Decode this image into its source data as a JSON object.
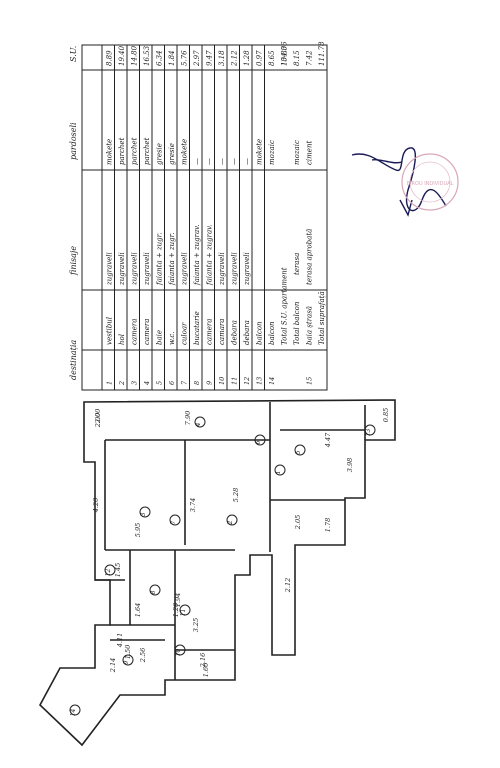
{
  "table": {
    "headers": [
      "destinația",
      "finisaje",
      "pardoseli",
      "S.U."
    ],
    "rows": [
      {
        "nr": "1",
        "dest": "vestibul",
        "fin": "zugraveli",
        "pard": "mokete",
        "su": "8.89"
      },
      {
        "nr": "2",
        "dest": "hol",
        "fin": "zugraveli",
        "pard": "parchet",
        "su": "19.40"
      },
      {
        "nr": "3",
        "dest": "camera",
        "fin": "zugraveli",
        "pard": "parchet",
        "su": "14.80"
      },
      {
        "nr": "4",
        "dest": "camera",
        "fin": "zugraveli",
        "pard": "parchet",
        "su": "16.53"
      },
      {
        "nr": "5",
        "dest": "baie",
        "fin": "faianta + zugr.",
        "pard": "gresie",
        "su": "6.34"
      },
      {
        "nr": "6",
        "dest": "w.c.",
        "fin": "faianta + zugr.",
        "pard": "gresie",
        "su": "1.84"
      },
      {
        "nr": "7",
        "dest": "culoar",
        "fin": "zugraveli",
        "pard": "mokete",
        "su": "5.76"
      },
      {
        "nr": "8",
        "dest": "bucatarie",
        "fin": "faianta + zugrav.",
        "pard": "—",
        "su": "2.97"
      },
      {
        "nr": "9",
        "dest": "camera",
        "fin": "faianta + zugrav.",
        "pard": "—",
        "su": "9.47"
      },
      {
        "nr": "10",
        "dest": "camara",
        "fin": "zugraveli",
        "pard": "—",
        "su": "3.18"
      },
      {
        "nr": "11",
        "dest": "debara",
        "fin": "zugraveli",
        "pard": "—",
        "su": "2.12"
      },
      {
        "nr": "12",
        "dest": "debara",
        "fin": "zugraveli",
        "pard": "—",
        "su": "1.28"
      },
      {
        "nr": "13",
        "dest": "balcon",
        "fin": "",
        "pard": "mokete",
        "su": "0.97"
      },
      {
        "nr": "14",
        "dest": "balcon",
        "fin": "",
        "pard": "mozaic",
        "su": "8.65"
      }
    ],
    "total_su_label": "Total S.U. apartament",
    "total_su_value": "104.36",
    "balcon_row_label": "Total balcon",
    "balcon_row_dest": "terasa",
    "balcon_row_pard": "mozaic",
    "balcon_row_value": "13.80",
    "balcon_row_value2": "8.15",
    "terasa_nr": "15",
    "terasa_dest": "baia ștrasă",
    "terasa_fin": "terasa aprobată",
    "terasa_pard": "ciment",
    "terasa_value": "7.42",
    "total_label": "Total suprafață",
    "total_value": "111.78"
  },
  "plan": {
    "dims": [
      "7.90",
      "2.00",
      "4.20",
      "5.95",
      "5.28",
      "3.74",
      "4.47",
      "3.98",
      "2.05",
      "1.78",
      "2.12",
      "1.64",
      "1.94",
      "3.25",
      "1.20",
      "4.11",
      "2.56",
      "1.50",
      "2.14",
      "2.16",
      "1.60",
      "0.85",
      "1.45",
      "2.00"
    ],
    "room_numbers": [
      "1",
      "2",
      "3",
      "4",
      "5",
      "6",
      "7",
      "8",
      "9",
      "10",
      "11",
      "12",
      "13",
      "14"
    ]
  },
  "stamp_text": "BIROU INDIVIDUAL"
}
